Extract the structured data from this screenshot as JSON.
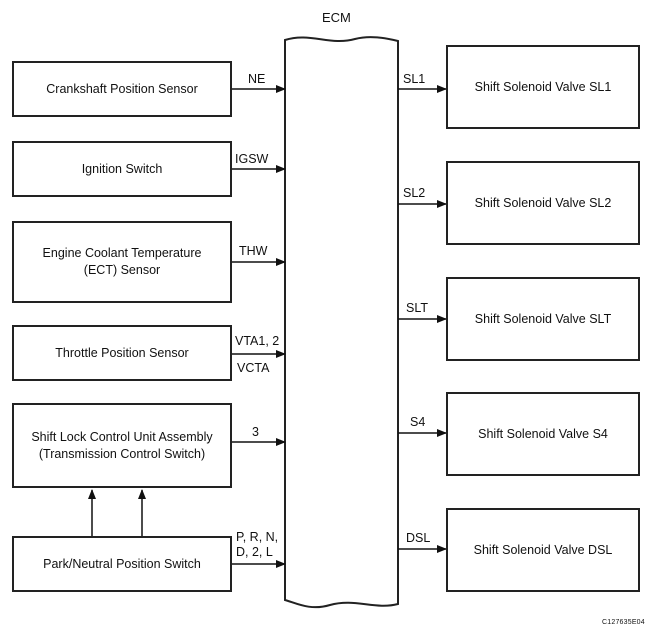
{
  "ecm": {
    "label": "ECM"
  },
  "inputs": [
    {
      "id": "crank",
      "lines": [
        "Crankshaft Position Sensor"
      ],
      "signal": [
        "NE"
      ]
    },
    {
      "id": "ign",
      "lines": [
        "Ignition Switch"
      ],
      "signal": [
        "IGSW"
      ]
    },
    {
      "id": "ect",
      "lines": [
        "Engine Coolant Temperature",
        "(ECT) Sensor"
      ],
      "signal": [
        "THW"
      ]
    },
    {
      "id": "tps",
      "lines": [
        "Throttle Position Sensor"
      ],
      "signal": [
        "VTA1, 2",
        "VCTA"
      ]
    },
    {
      "id": "shiftlock",
      "lines": [
        "Shift Lock Control Unit Assembly",
        "(Transmission Control Switch)"
      ],
      "signal": [
        "3"
      ]
    },
    {
      "id": "pnp",
      "lines": [
        "Park/Neutral Position Switch"
      ],
      "signal": [
        "P, R, N,",
        "D, 2, L"
      ]
    }
  ],
  "outputs": [
    {
      "id": "sl1",
      "label": "Shift Solenoid Valve SL1",
      "signal": "SL1"
    },
    {
      "id": "sl2",
      "label": "Shift Solenoid Valve SL2",
      "signal": "SL2"
    },
    {
      "id": "slt",
      "label": "Shift Solenoid Valve SLT",
      "signal": "SLT"
    },
    {
      "id": "s4",
      "label": "Shift Solenoid Valve S4",
      "signal": "S4"
    },
    {
      "id": "dsl",
      "label": "Shift Solenoid Valve DSL",
      "signal": "DSL"
    }
  ],
  "figure_code": "C127635E04"
}
